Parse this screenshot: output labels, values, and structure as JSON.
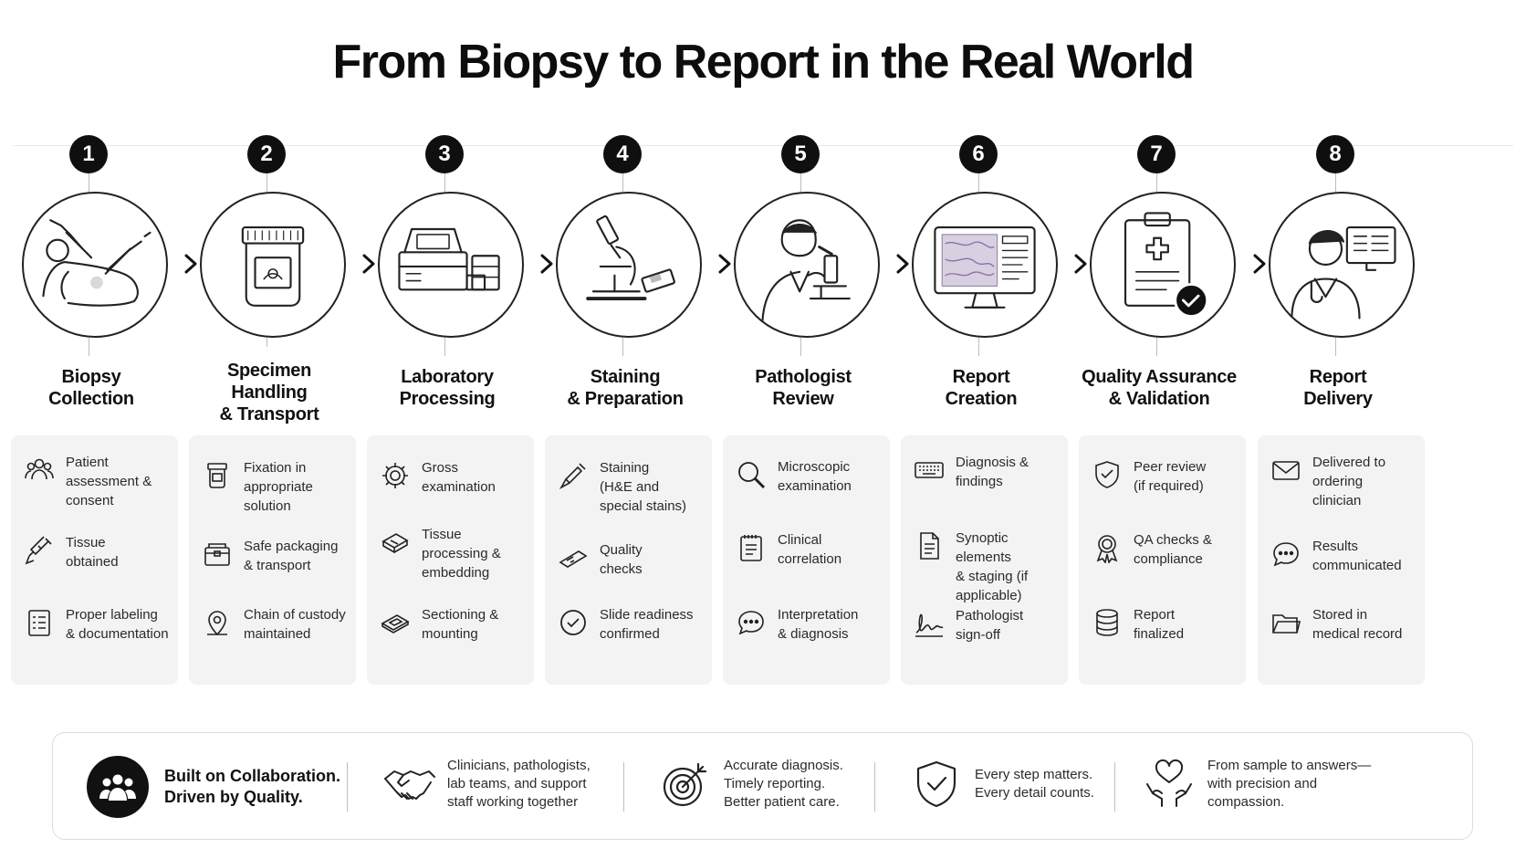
{
  "title": "From Biopsy to Report in the Real World",
  "steps": [
    {
      "number": "1",
      "title": [
        "Biopsy",
        "Collection"
      ],
      "items": [
        {
          "icon": "people-icon",
          "lines": [
            "Patient",
            "assessment &",
            "consent"
          ]
        },
        {
          "icon": "syringe-icon",
          "lines": [
            "Tissue",
            "obtained"
          ]
        },
        {
          "icon": "checklist-icon",
          "lines": [
            "Proper labeling",
            "& documentation"
          ]
        }
      ]
    },
    {
      "number": "2",
      "title": [
        "Specimen",
        "Handling",
        "& Transport"
      ],
      "items": [
        {
          "icon": "specimen-jar-icon",
          "lines": [
            "Fixation in",
            "appropriate",
            "solution"
          ]
        },
        {
          "icon": "package-box-icon",
          "lines": [
            "Safe packaging",
            "& transport"
          ]
        },
        {
          "icon": "location-pin-icon",
          "lines": [
            "Chain of custody",
            "maintained"
          ]
        }
      ]
    },
    {
      "number": "3",
      "title": [
        "Laboratory",
        "Processing"
      ],
      "items": [
        {
          "icon": "gear-icon",
          "lines": [
            "Gross",
            "examination"
          ]
        },
        {
          "icon": "tissue-cassette-icon",
          "lines": [
            "Tissue",
            "processing &",
            "embedding"
          ]
        },
        {
          "icon": "section-slide-icon",
          "lines": [
            "Sectioning &",
            "mounting"
          ]
        }
      ]
    },
    {
      "number": "4",
      "title": [
        "Staining",
        "& Preparation"
      ],
      "items": [
        {
          "icon": "dropper-icon",
          "lines": [
            "Staining",
            "(H&E and",
            "special stains)"
          ]
        },
        {
          "icon": "glass-slide-icon",
          "lines": [
            "Quality",
            "checks"
          ]
        },
        {
          "icon": "check-circle-icon",
          "lines": [
            "Slide readiness",
            "confirmed"
          ]
        }
      ]
    },
    {
      "number": "5",
      "title": [
        "Pathologist",
        "Review"
      ],
      "items": [
        {
          "icon": "magnifier-icon",
          "lines": [
            "Microscopic",
            "examination"
          ]
        },
        {
          "icon": "notepad-icon",
          "lines": [
            "Clinical",
            "correlation"
          ]
        },
        {
          "icon": "chat-bubble-icon",
          "lines": [
            "Interpretation",
            "& diagnosis"
          ]
        }
      ]
    },
    {
      "number": "6",
      "title": [
        "Report",
        "Creation"
      ],
      "items": [
        {
          "icon": "keyboard-icon",
          "lines": [
            "Diagnosis &",
            "findings"
          ]
        },
        {
          "icon": "document-icon",
          "lines": [
            "Synoptic elements",
            "& staging (if",
            "applicable)"
          ]
        },
        {
          "icon": "signature-icon",
          "lines": [
            "Pathologist",
            "sign-off"
          ]
        }
      ]
    },
    {
      "number": "7",
      "title": [
        "Quality Assurance",
        "& Validation"
      ],
      "items": [
        {
          "icon": "shield-check-icon",
          "lines": [
            "Peer review",
            "(if required)"
          ]
        },
        {
          "icon": "award-ribbon-icon",
          "lines": [
            "QA checks &",
            "compliance"
          ]
        },
        {
          "icon": "database-icon",
          "lines": [
            "Report",
            "finalized"
          ]
        }
      ]
    },
    {
      "number": "8",
      "title": [
        "Report",
        "Delivery"
      ],
      "items": [
        {
          "icon": "envelope-icon",
          "lines": [
            "Delivered to",
            "ordering",
            "clinician"
          ]
        },
        {
          "icon": "speech-bubble-icon",
          "lines": [
            "Results",
            "communicated"
          ]
        },
        {
          "icon": "folder-icon",
          "lines": [
            "Stored in",
            "medical record"
          ]
        }
      ]
    }
  ],
  "footer": {
    "headline": [
      "Built on Collaboration.",
      "Driven by Quality."
    ],
    "items": [
      {
        "icon": "handshake-icon",
        "lines": [
          "Clinicians, pathologists,",
          "lab teams, and support",
          "staff working together"
        ]
      },
      {
        "icon": "target-icon",
        "lines": [
          "Accurate diagnosis.",
          "Timely reporting.",
          "Better patient care."
        ]
      },
      {
        "icon": "shield-check-icon",
        "lines": [
          "Every step matters.",
          "Every detail counts."
        ]
      },
      {
        "icon": "heart-hands-icon",
        "lines": [
          "From sample to answers—",
          "with precision and",
          "compassion."
        ]
      }
    ]
  }
}
